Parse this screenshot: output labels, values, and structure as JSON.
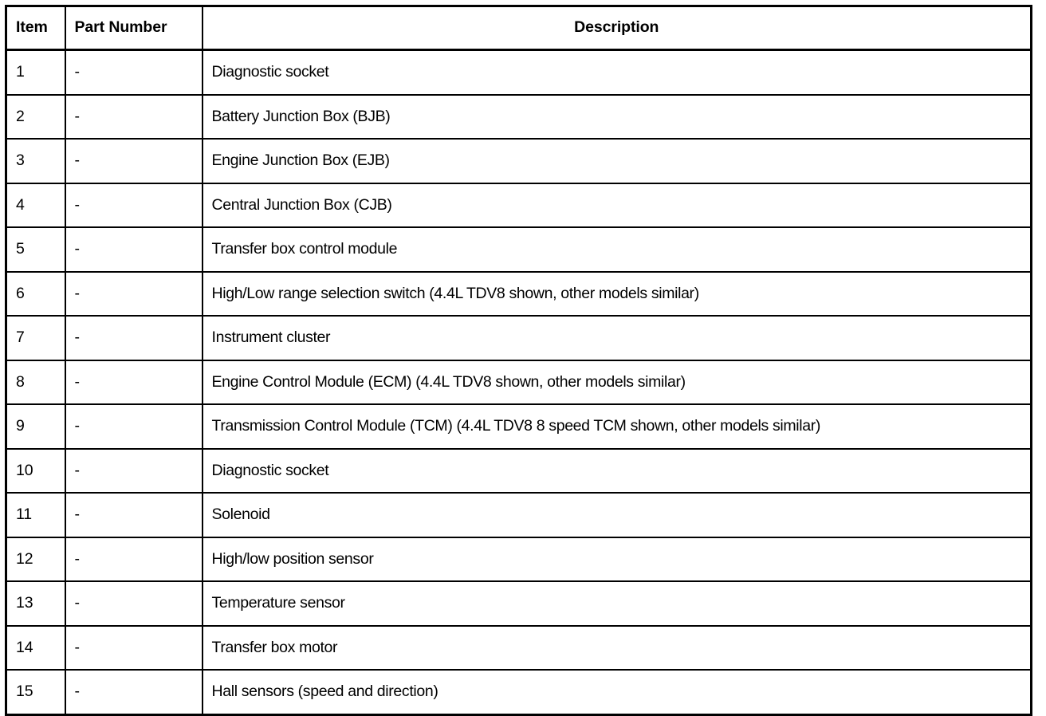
{
  "table": {
    "columns": [
      {
        "key": "item",
        "label": "Item"
      },
      {
        "key": "part_number",
        "label": "Part Number"
      },
      {
        "key": "description",
        "label": "Description"
      }
    ],
    "rows": [
      {
        "item": "1",
        "part_number": "-",
        "description": "Diagnostic socket"
      },
      {
        "item": "2",
        "part_number": "-",
        "description": "Battery Junction Box (BJB)"
      },
      {
        "item": "3",
        "part_number": "-",
        "description": "Engine Junction Box (EJB)"
      },
      {
        "item": "4",
        "part_number": "-",
        "description": "Central Junction Box (CJB)"
      },
      {
        "item": "5",
        "part_number": "-",
        "description": "Transfer box control module"
      },
      {
        "item": "6",
        "part_number": "-",
        "description": "High/Low range selection switch (4.4L TDV8 shown, other models similar)"
      },
      {
        "item": "7",
        "part_number": "-",
        "description": "Instrument cluster"
      },
      {
        "item": "8",
        "part_number": "-",
        "description": "Engine Control Module (ECM) (4.4L TDV8 shown, other models similar)"
      },
      {
        "item": "9",
        "part_number": "-",
        "description": "Transmission Control Module (TCM) (4.4L TDV8 8 speed TCM shown, other models similar)"
      },
      {
        "item": "10",
        "part_number": "-",
        "description": "Diagnostic socket"
      },
      {
        "item": "11",
        "part_number": "-",
        "description": "Solenoid"
      },
      {
        "item": "12",
        "part_number": "-",
        "description": "High/low position sensor"
      },
      {
        "item": "13",
        "part_number": "-",
        "description": "Temperature sensor"
      },
      {
        "item": "14",
        "part_number": "-",
        "description": "Transfer box motor"
      },
      {
        "item": "15",
        "part_number": "-",
        "description": "Hall sensors (speed and direction)"
      }
    ]
  },
  "colors": {
    "border": "#000000",
    "text": "#000000",
    "background": "#ffffff"
  }
}
